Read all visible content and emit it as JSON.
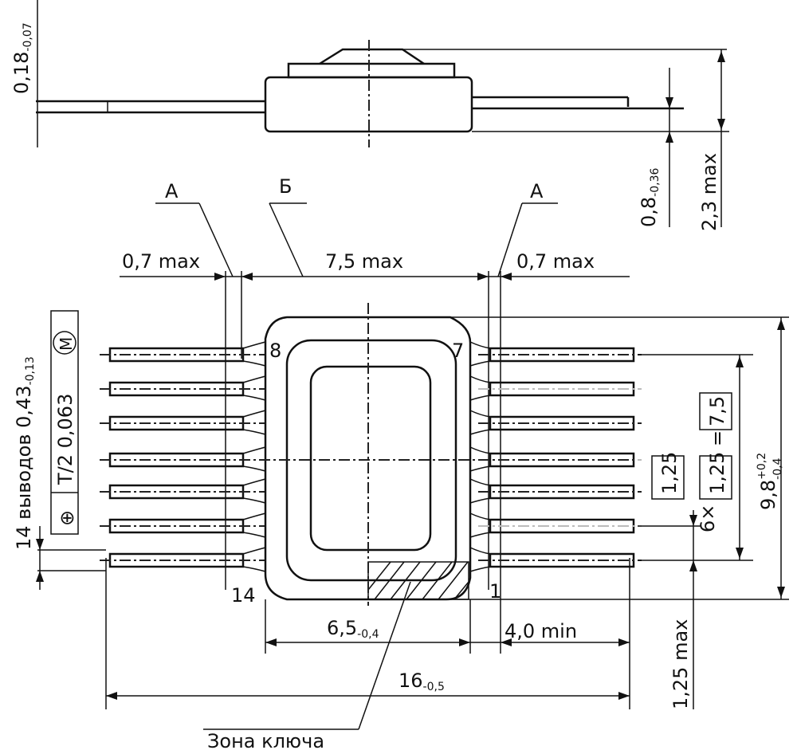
{
  "side_view": {
    "lead_thickness": "0,18",
    "lead_thickness_tol": "-0,07",
    "standoff": "0,8",
    "standoff_tol": "-0,36",
    "height": "2,3 max"
  },
  "top_view": {
    "section_labels": [
      "А",
      "Б",
      "А"
    ],
    "gap_left": "0,7 max",
    "body_width_max": "7,5 max",
    "gap_right": "0,7 max",
    "pin_labels": {
      "p8": "8",
      "p7": "7",
      "p14": "14",
      "p1": "1"
    },
    "body_width": "6,5",
    "body_width_tol": "-0,4",
    "lead_length": "4,0 min",
    "overall_length": "16",
    "overall_length_tol": "-0,5",
    "key_zone": "Зона ключа",
    "body_height": "9,8",
    "body_height_tol_plus": "+0,2",
    "body_height_tol_minus": "-0,4",
    "pitch_count": "6×",
    "pitch": "1,25",
    "pitch_eq": "1,25",
    "pitch_total": "7,5",
    "lead_offset": "1,25 max",
    "lead_spec": "14 выводов 0,43",
    "lead_spec_tol": "-0,13",
    "tolerance_frame": {
      "symbol": "⊕",
      "value": "Т/2 0,063",
      "modifier": "M"
    }
  }
}
